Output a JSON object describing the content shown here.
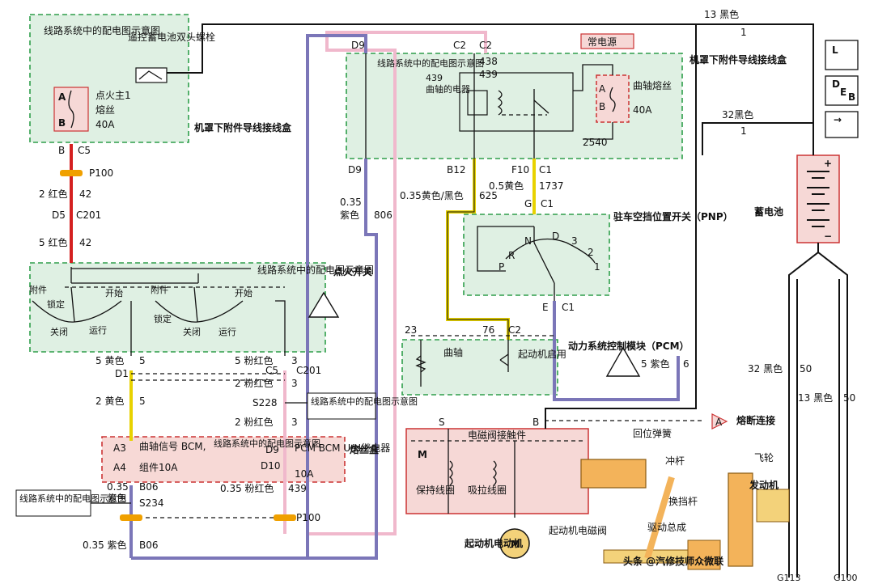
{
  "title_labels": {
    "batt_13": "13 黑色",
    "batt_1": "1",
    "batt_32": "32黑色",
    "batt_1b": "1"
  },
  "top_left": {
    "ref": "线路系统中的配电图示意图",
    "remote": "遥控蓄电池双头螺栓",
    "fuse_name": "点火主1",
    "fuse_word": "熔丝",
    "fuse_rating": "40A",
    "pin_a": "A",
    "pin_b": "B",
    "underhood": "机罩下附件导线接线盒"
  },
  "left_wire": {
    "b": "B",
    "c5": "C5",
    "p100": "P100",
    "w1": "2 红色",
    "w1n": "42",
    "d5": "D5",
    "c201": "C201",
    "w2": "5 红色",
    "w2n": "42"
  },
  "ign_switch": {
    "ref": "线路系统中的配电图示意图",
    "label": "点火开关",
    "acc1": "附件",
    "lock1": "锁定",
    "start1": "开始",
    "off1": "关闭",
    "run1": "运行",
    "acc2": "附件",
    "lock2": "锁定",
    "start2": "开始",
    "off2": "关闭",
    "run2": "运行"
  },
  "lower_left": {
    "w_y5": "5 黄色",
    "w_y5n": "5",
    "w_p5": "5 粉红色",
    "w_p5n": "3",
    "d1": "D1",
    "c5": "C5",
    "c201": "C201",
    "s228": "S228",
    "ref2": "线路系统中的配电图示意图",
    "w_y2": "2 黄色",
    "w_y2n": "5",
    "w_p2": "2 粉红色",
    "w_p2n": "3",
    "a3": "A3",
    "a4": "A4",
    "crank": "曲轴信号 BCM,",
    "comp": "组件10A",
    "mid_ref": "线路系统中的配电图示意图",
    "d9": "D9",
    "d10": "D10",
    "pcm_bcm": "PCM BCM U/H继电器",
    "pcm_amp": "10A",
    "fusebox": "熔丝盒",
    "w035": "0.35",
    "w035p": "紫色",
    "b06": "B06",
    "pink_bot": "0.35 粉红色",
    "pink_n": "439",
    "s234": "S234",
    "p100": "P100",
    "ref3": "线路系统中的配电图示意图",
    "bottom": "0.35 紫色",
    "bottom_n": "B06"
  },
  "center_box": {
    "d9": "D9",
    "c2a": "C2",
    "c2b": "C2",
    "n438": "438",
    "n439": "439",
    "ref": "线路系统中的配电图示意图",
    "n439b": "439",
    "crank_el": "曲轴的电器",
    "const": "常电源",
    "underhood": "机罩下附件导线接线盒",
    "fuse_name": "曲轴熔丝",
    "fuse_rating": "40A",
    "a": "A",
    "b": "B",
    "n2540": "2540",
    "d9b": "D9",
    "b12": "B12",
    "f10": "F10",
    "c1": "C1"
  },
  "center_wires": {
    "w035": "0.35",
    "purple": "紫色",
    "n806": "806",
    "yb": "0.35黄色/黑色",
    "n625": "625",
    "y05": "0.5黄色",
    "n1737": "1737",
    "g": "G",
    "c1": "C1"
  },
  "pnp": {
    "title": "驻车空挡位置开关（PNP）",
    "n": "N",
    "d": "D",
    "three": "3",
    "two": "2",
    "one": "1",
    "r": "R",
    "p": "P",
    "e": "E",
    "c1": "C1"
  },
  "pcm": {
    "n23": "23",
    "n76": "76",
    "c2": "C2",
    "crank": "曲轴",
    "starter": "起动机启用",
    "title": "动力系统控制模块（PCM）",
    "w": "5 紫色",
    "wn": "6"
  },
  "starter": {
    "s": "S",
    "b": "B",
    "contact": "电磁阀接触件",
    "m": "M",
    "hold": "保持线圈",
    "pull": "吸拉线圈",
    "spring": "回位弹簧",
    "plunger": "冲杆",
    "fusible": "熔断连接",
    "a": "A",
    "flywheel": "飞轮",
    "shift": "换挡杆",
    "engine": "发动机",
    "drive": "驱动总成",
    "solenoid": "起动机电磁阀",
    "motor": "起动机电动机",
    "m2": "M"
  },
  "battery": {
    "label": "蓄电池",
    "w32": "32 黑色",
    "w32n": "50",
    "w13": "13 黑色",
    "w13n": "50",
    "g113": "G113",
    "g100": "G100"
  },
  "legend": {
    "l": "L",
    "d": "D",
    "e": "E",
    "b": "B"
  },
  "watermark": "头条 @汽修技师众微联"
}
